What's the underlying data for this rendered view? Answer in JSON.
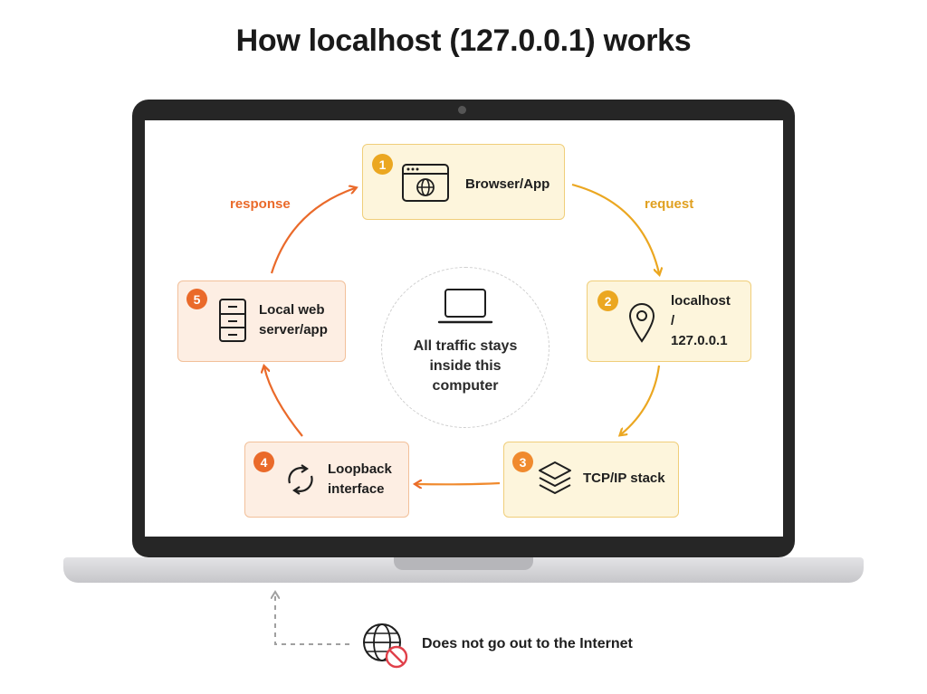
{
  "title": "How localhost (127.0.0.1) works",
  "steps": [
    {
      "num": "1",
      "label": "Browser/App",
      "icon": "browser-globe-icon"
    },
    {
      "num": "2",
      "label_lines": [
        "localhost",
        "/",
        "127.0.0.1"
      ],
      "icon": "location-pin-icon"
    },
    {
      "num": "3",
      "label": "TCP/IP stack",
      "icon": "layers-icon"
    },
    {
      "num": "4",
      "label_lines": [
        "Loopback",
        "interface"
      ],
      "icon": "loop-arrows-icon"
    },
    {
      "num": "5",
      "label_lines": [
        "Local web",
        "server/app"
      ],
      "icon": "server-icon"
    }
  ],
  "arrows": {
    "request": "request",
    "response": "response"
  },
  "center": {
    "lines": [
      "All traffic stays",
      "inside this",
      "computer"
    ],
    "icon": "laptop-icon"
  },
  "footer": {
    "text": "Does not go out to the Internet",
    "icon": "globe-blocked-icon"
  },
  "colors": {
    "yellow": "#eba721",
    "orange": "#ea6a2a",
    "yellow_bg": "#fdf5dc",
    "orange_bg": "#fdeee3"
  }
}
